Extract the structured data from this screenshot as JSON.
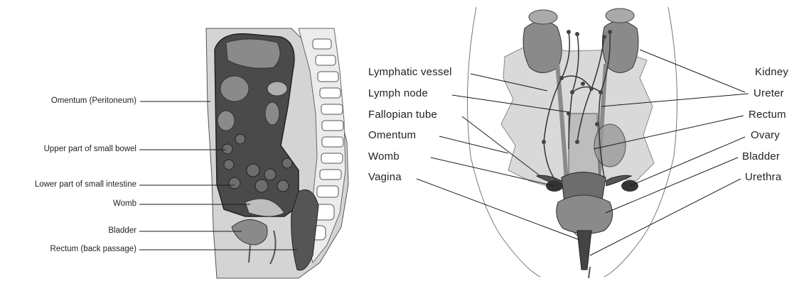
{
  "left_diagram": {
    "labels": [
      "Omentum (Peritoneum)",
      "Upper part of small bowel",
      "Lower part of small intestine",
      "Womb",
      "Bladder",
      "Rectum (back passage)"
    ]
  },
  "right_diagram": {
    "labels_left": [
      "Lymphatic vessel",
      "Lymph node",
      "Fallopian tube",
      "Omentum",
      "Womb",
      "Vagina"
    ],
    "labels_right": [
      "Kidney",
      "Ureter",
      "Rectum",
      "Ovary",
      "Bladder",
      "Urethra"
    ]
  },
  "colors": {
    "organ_dark": "#4a4a4a",
    "organ_mid": "#8a8a8a",
    "organ_light": "#bdbdbd",
    "tissue_pale": "#d9d9d9",
    "line": "#1a1a1a"
  }
}
